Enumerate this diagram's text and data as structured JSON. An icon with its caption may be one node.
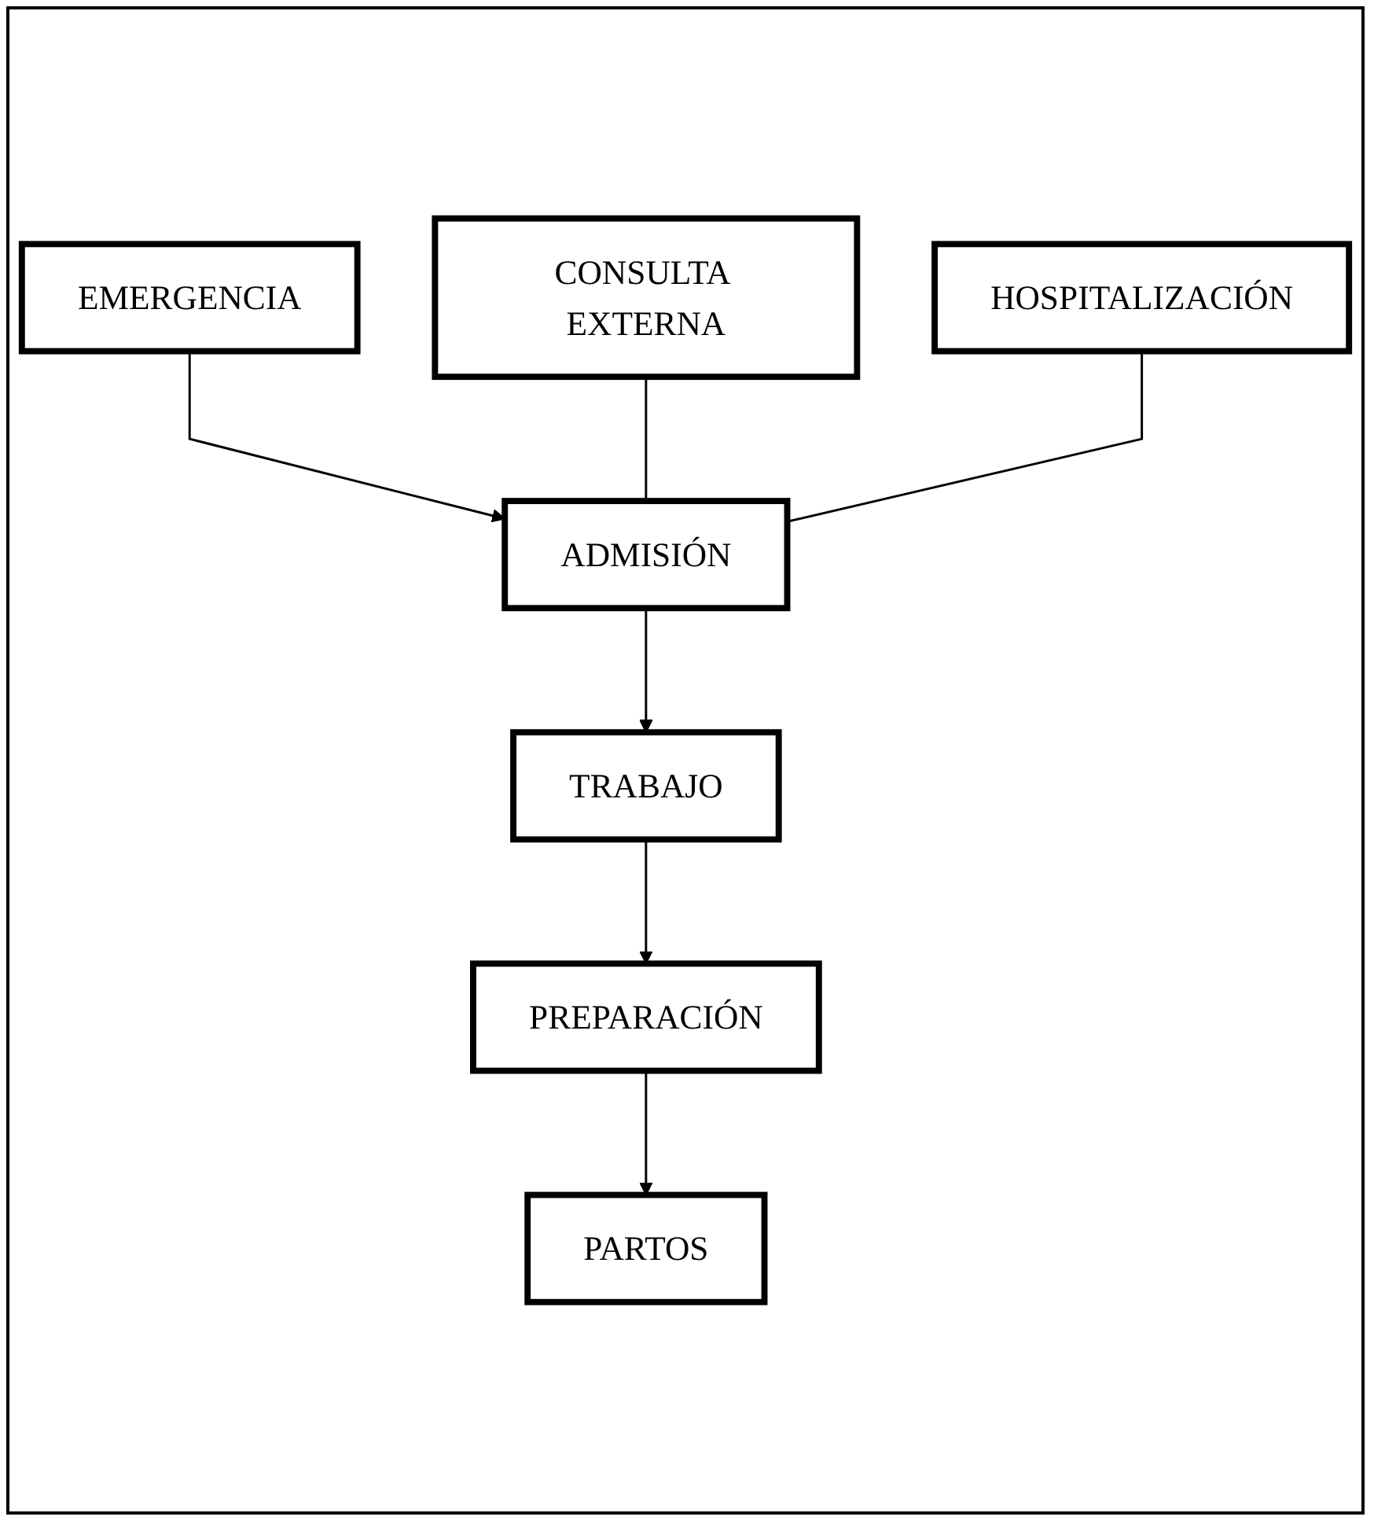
{
  "diagram": {
    "nodes": [
      {
        "text": [
          "EMERGENCIA"
        ]
      },
      {
        "text": [
          "CONSULTA EXTERNA"
        ]
      },
      {
        "text": [
          "HOSPITALIZACIÓN"
        ]
      },
      {
        "text": [
          "ADMISIÓN"
        ]
      },
      {
        "text": [
          "TRABAJO"
        ]
      },
      {
        "text": [
          "PREPARACIÓN"
        ]
      },
      {
        "text": [
          "PARTOS"
        ]
      }
    ],
    "edges": [
      {
        "from": 0,
        "to": 3,
        "arrow": "to"
      },
      {
        "from": 1,
        "to": 3,
        "arrow": "none"
      },
      {
        "from": 2,
        "to": 3,
        "arrow": "none"
      },
      {
        "from": 3,
        "to": 4,
        "arrow": "to"
      },
      {
        "from": 4,
        "to": 5,
        "arrow": "to"
      },
      {
        "from": 5,
        "to": 6,
        "arrow": "to"
      }
    ]
  }
}
